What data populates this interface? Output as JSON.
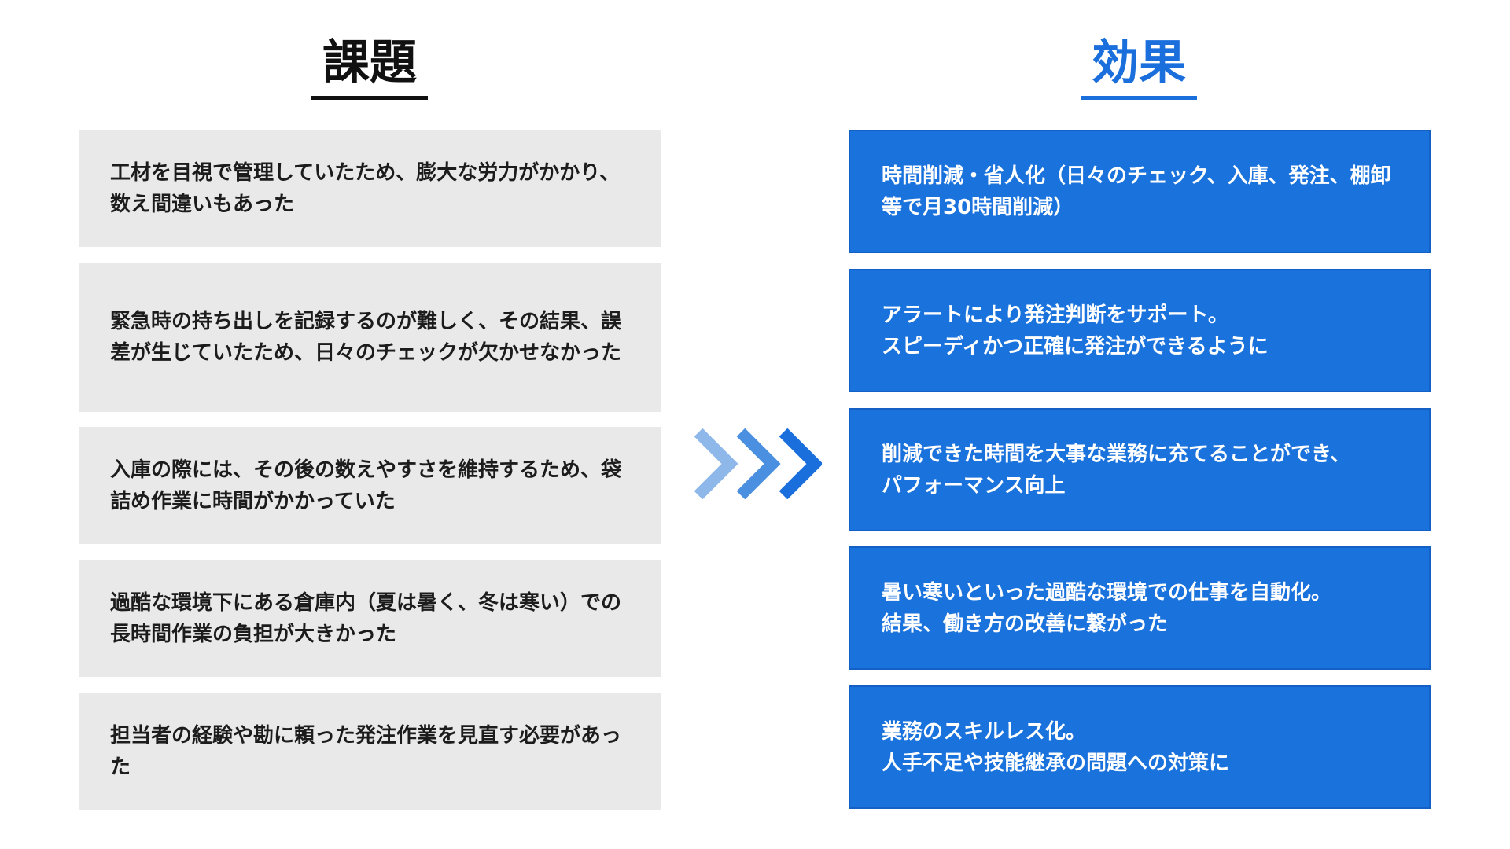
{
  "headings": {
    "challenges": "課題",
    "effects": "効果"
  },
  "challenges": [
    "工材を目視で管理していたため、膨大な労力がかかり、数え間違いもあった",
    "緊急時の持ち出しを記録するのが難しく、その結果、誤差が生じていたため、日々のチェックが欠かせなかった",
    "入庫の際には、その後の数えやすさを維持するため、袋詰め作業に時間がかかっていた",
    "過酷な環境下にある倉庫内（夏は暑く、冬は寒い）での長時間作業の負担が大きかった",
    "担当者の経験や勘に頼った発注作業を見直す必要があった"
  ],
  "effects": [
    "時間削減・省人化（日々のチェック、入庫、発注、棚卸等で月30時間削減）",
    "アラートにより発注判断をサポート。\nスピーディかつ正確に発注ができるように",
    "削減できた時間を大事な業務に充てることができ、\nパフォーマンス向上",
    "暑い寒いといった過酷な環境での仕事を自動化。\n結果、働き方の改善に繋がった",
    "業務のスキルレス化。\n人手不足や技能継承の問題への対策に"
  ],
  "colors": {
    "accent": "#1a72dc",
    "card_gray": "#e9e9e9",
    "chevron_light": "#8fb8ea",
    "chevron_mid": "#4a8fe0",
    "chevron_dark": "#1a6fdc"
  }
}
